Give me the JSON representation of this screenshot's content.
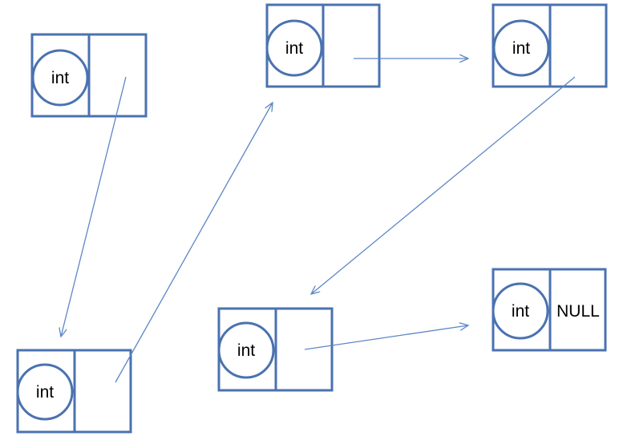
{
  "diagram": {
    "colors": {
      "node_outline": "#4a72b0",
      "arrow": "#5b86c6",
      "text": "#000000",
      "background": "#ffffff"
    },
    "nodes": [
      {
        "id": "n1",
        "value_label": "int",
        "pointer_label": ""
      },
      {
        "id": "n2",
        "value_label": "int",
        "pointer_label": ""
      },
      {
        "id": "n3",
        "value_label": "int",
        "pointer_label": ""
      },
      {
        "id": "n4",
        "value_label": "int",
        "pointer_label": ""
      },
      {
        "id": "n5",
        "value_label": "int",
        "pointer_label": ""
      },
      {
        "id": "n6",
        "value_label": "int",
        "pointer_label": "NULL"
      }
    ],
    "links": [
      {
        "from": "n1",
        "to": "n2"
      },
      {
        "from": "n2",
        "to": "n3"
      },
      {
        "from": "n3",
        "to": "n4"
      },
      {
        "from": "n4",
        "to": "n5"
      },
      {
        "from": "n5",
        "to": "n6"
      }
    ]
  }
}
